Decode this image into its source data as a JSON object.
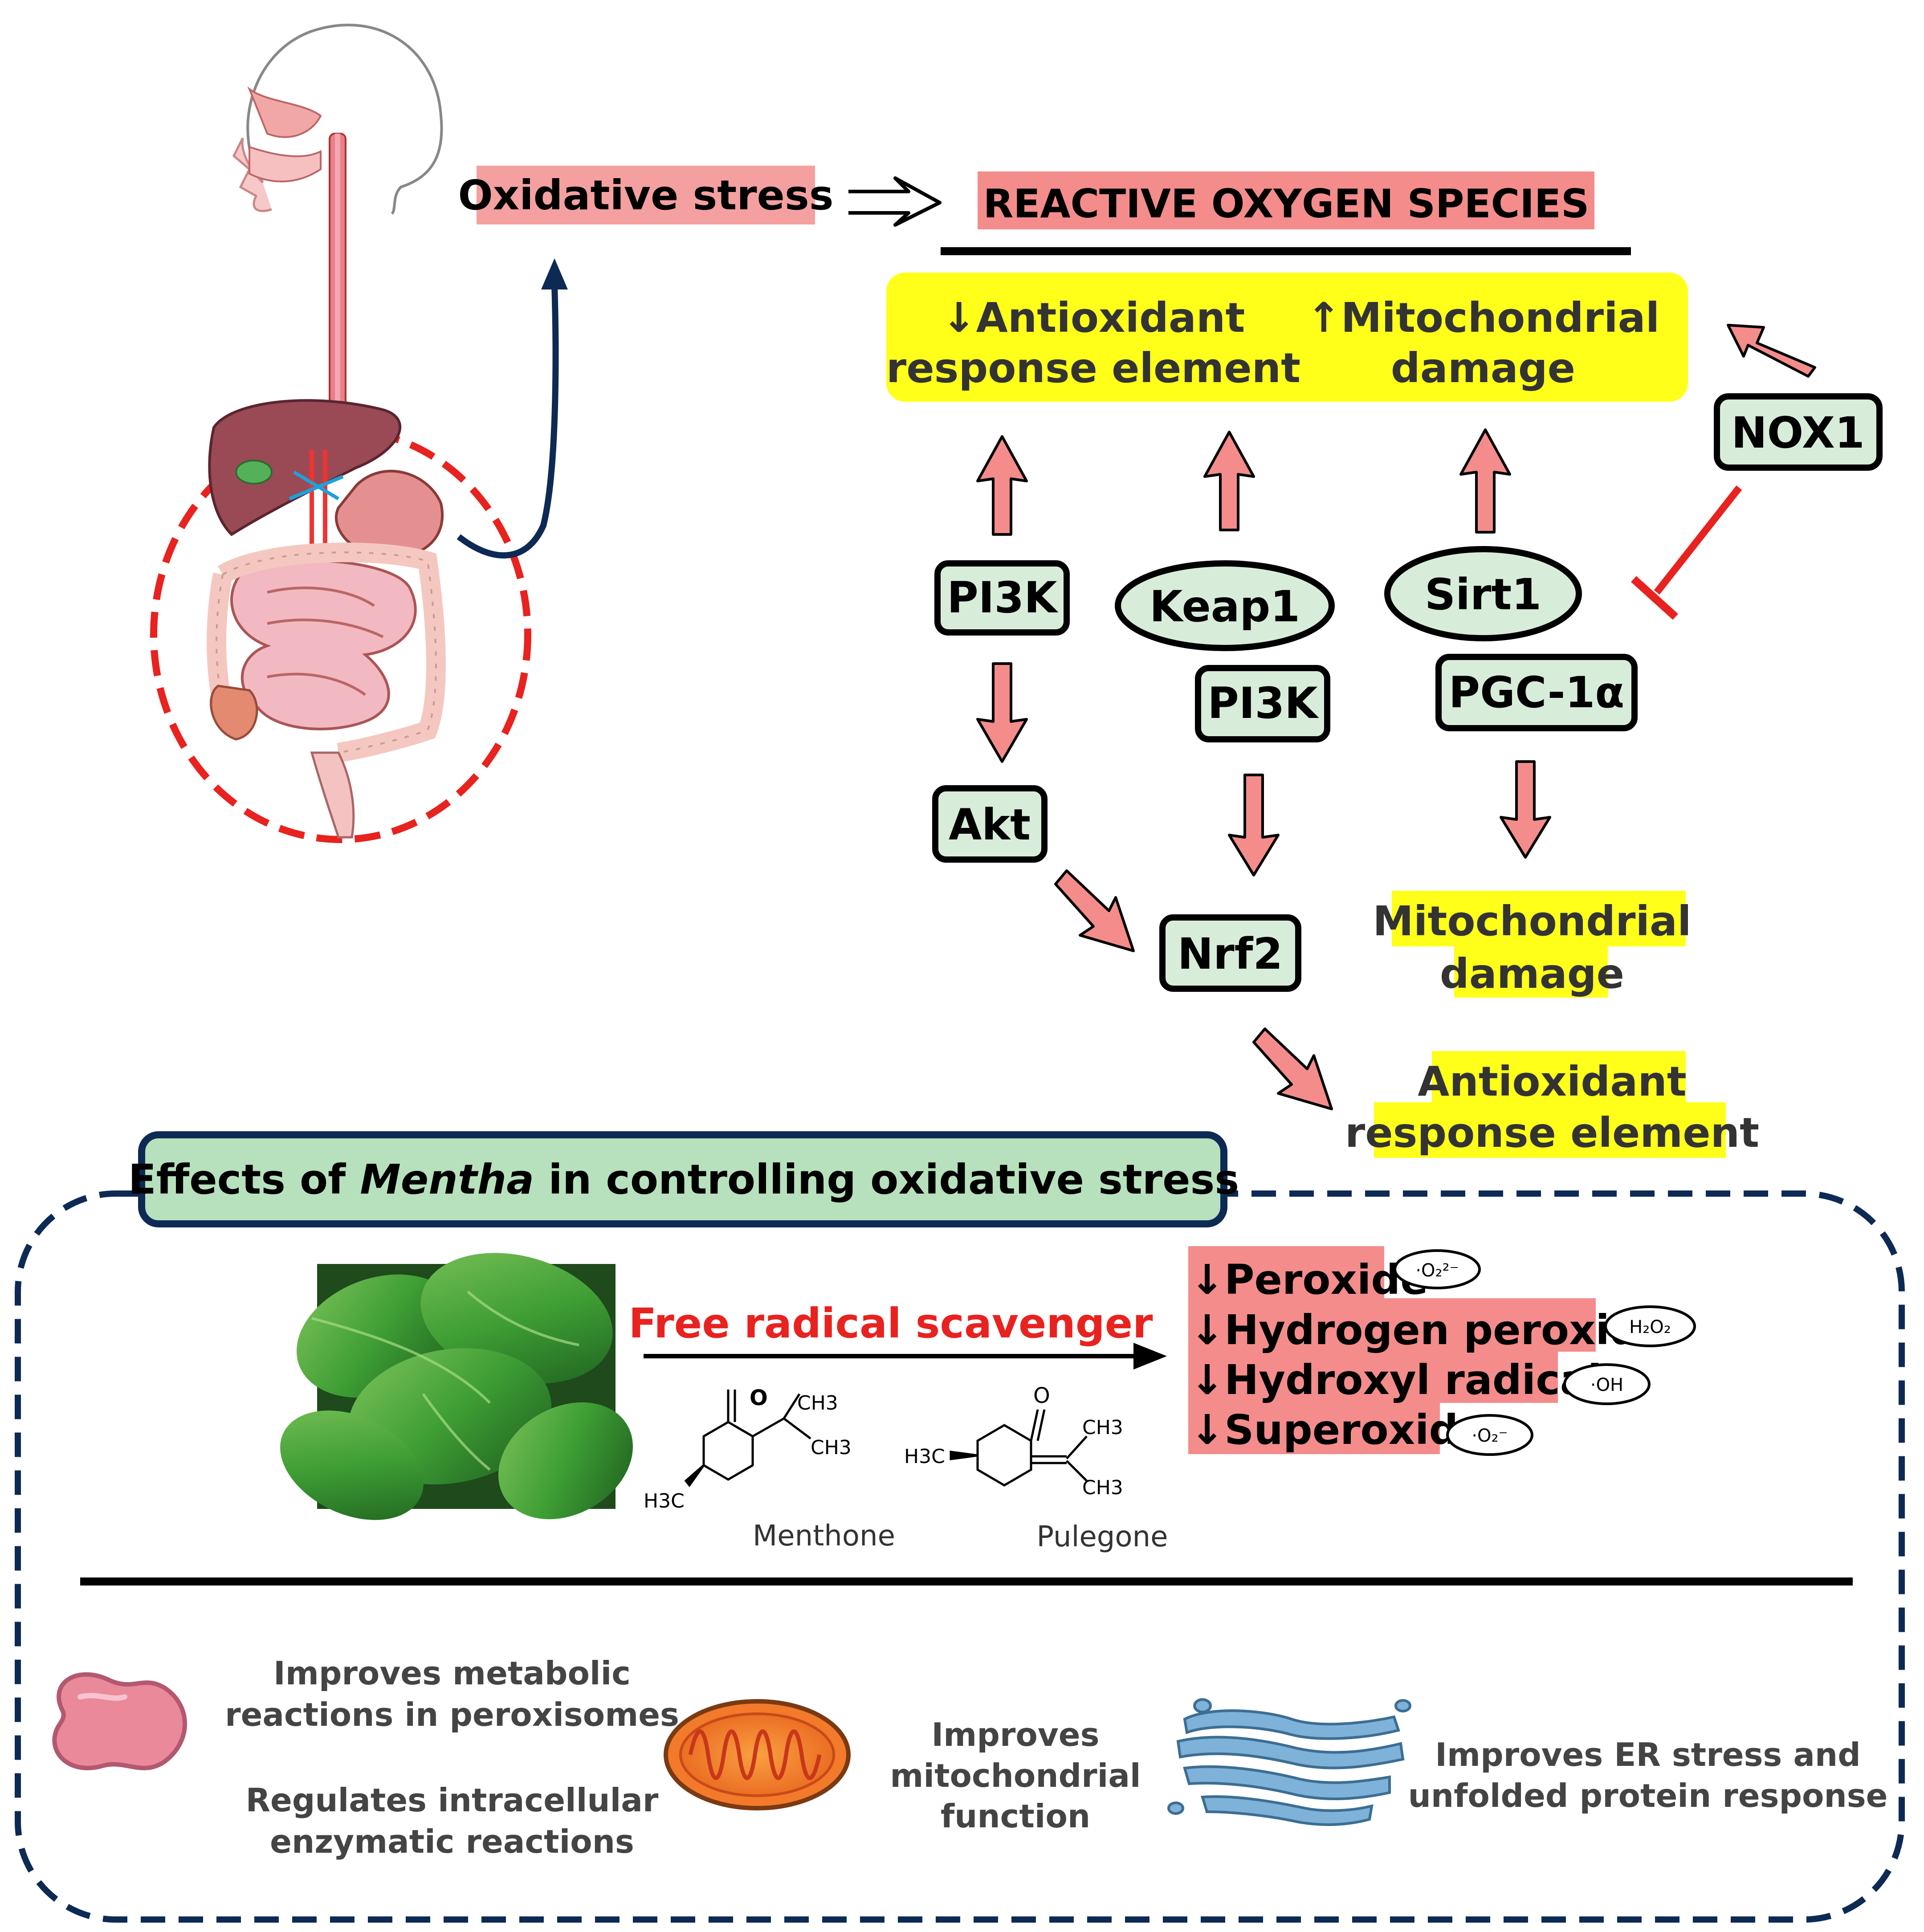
{
  "colors": {
    "salmon": "#F48C8C",
    "salmon_label": "#F4A0A0",
    "yellow": "#FFFF1A",
    "node_fill": "#D8EDD9",
    "header_fill": "#B7E1BC",
    "navy": "#0D2A55",
    "red": "#E8221F",
    "dark": "#000000",
    "text_grey": "#333333"
  },
  "top": {
    "oxidative_stress": "Oxidative stress",
    "ros": "REACTIVE OXYGEN SPECIES",
    "yellow_box": {
      "left_line1": "↓Antioxidant",
      "left_line2": "response element",
      "right_line1": "↑Mitochondrial",
      "right_line2": "damage"
    }
  },
  "nodes": {
    "nox1": "NOX1",
    "pi3k_left": "PI3K",
    "keap1": "Keap1",
    "pi3k_mid": "PI3K",
    "sirt1": "Sirt1",
    "pgc1a": "PGC-1α",
    "akt": "Akt",
    "nrf2": "Nrf2"
  },
  "outcomes": {
    "mito_line1": "Mitochondrial",
    "mito_line2": "damage",
    "are_line1": "Antioxidant",
    "are_line2": "response element"
  },
  "bottom": {
    "header_prefix": "Effects of ",
    "header_italic": "Mentha",
    "header_suffix": " in controlling oxidative stress",
    "scavenger": "Free radical scavenger",
    "menthone": "Menthone",
    "pulegone": "Pulegone",
    "radicals": [
      {
        "label": "↓Peroxide",
        "formula": "·O₂²⁻"
      },
      {
        "label": "↓Hydrogen peroxide",
        "formula": "H₂O₂"
      },
      {
        "label": "↓Hydroxyl radical",
        "formula": "·OH"
      },
      {
        "label": "↓Superoxide",
        "formula": "·O₂⁻"
      }
    ],
    "chem": {
      "o": "O",
      "ch3": "CH3",
      "h3c": "H3C"
    },
    "effects": {
      "perox_line1": "Improves metabolic",
      "perox_line2": "reactions in peroxisomes",
      "enz_line1": "Regulates intracellular",
      "enz_line2": "enzymatic reactions",
      "mito_line1": "Improves",
      "mito_line2": "mitochondrial",
      "mito_line3": "function",
      "er_line1": "Improves ER stress and",
      "er_line2": "unfolded protein response"
    }
  }
}
